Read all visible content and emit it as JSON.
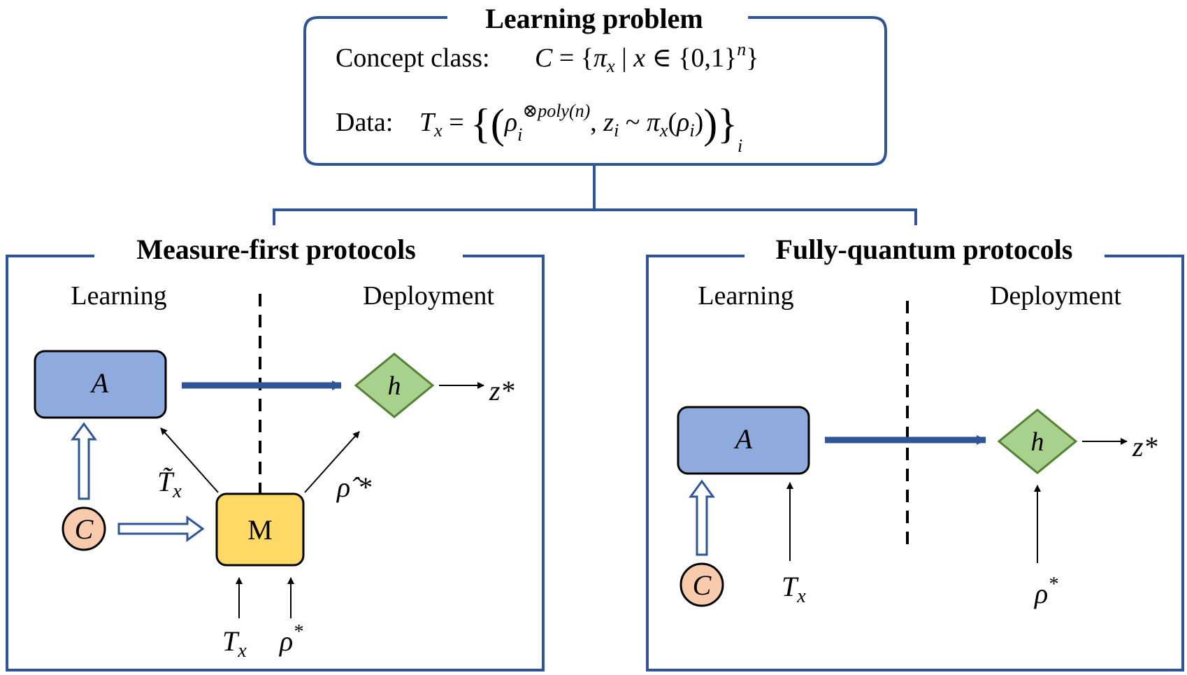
{
  "colors": {
    "frame": "#2F5597",
    "box_a_fill": "#8FAADC",
    "box_m_fill": "#FFD966",
    "diamond_fill": "#A9D18E",
    "diamond_stroke": "#548235",
    "circle_fill": "#F8CBAD",
    "arrow_thick": "#2F5597",
    "text": "#000000"
  },
  "top": {
    "title": "Learning problem",
    "concept_label": "Concept class:",
    "concept_math": "C = {π_x | x ∈ {0,1}^n}",
    "data_label": "Data:",
    "data_math": "T_x = {(ρ_i^{⊗poly(n)}, z_i ~ π_x(ρ_i))}_i"
  },
  "left": {
    "title": "Measure-first protocols",
    "learning_label": "Learning",
    "deployment_label": "Deployment",
    "algo_label": "A",
    "hyp_label": "h",
    "output_label": "z*",
    "concept_node": "C",
    "measure_label": "M",
    "tilde_t_label": "T̃_x",
    "rho_hat_label": "ρ̂ *",
    "tx_label": "T_x",
    "rho_label": "ρ*"
  },
  "right": {
    "title": "Fully-quantum protocols",
    "learning_label": "Learning",
    "deployment_label": "Deployment",
    "algo_label": "A",
    "hyp_label": "h",
    "output_label": "z*",
    "concept_node": "C",
    "tx_label": "T_x",
    "rho_label": "ρ*"
  }
}
